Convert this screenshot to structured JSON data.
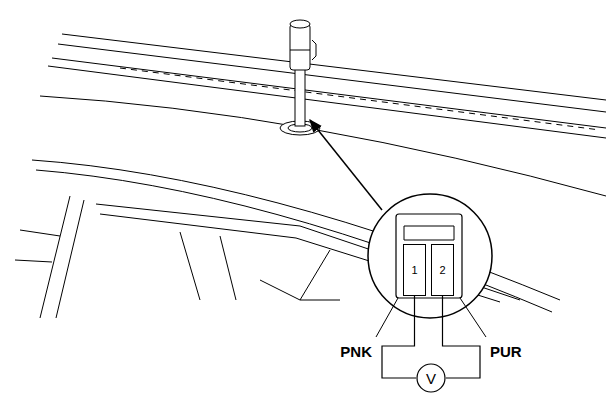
{
  "diagram": {
    "nodes": [
      {
        "text": [
          "1"
        ]
      },
      {
        "text": [
          "2"
        ]
      },
      {
        "text": [
          "V"
        ]
      }
    ],
    "edges": [
      {
        "from": 0,
        "to": 2,
        "arrow": "none"
      },
      {
        "from": 1,
        "to": 2,
        "arrow": "none"
      }
    ],
    "labels": [
      "PNK",
      "PUR"
    ]
  }
}
